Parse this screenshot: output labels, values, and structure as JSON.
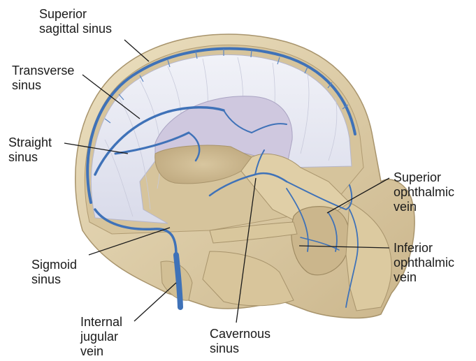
{
  "labels": {
    "superior_sagittal_sinus": [
      "Superior",
      "sagittal sinus"
    ],
    "transverse_sinus": [
      "Transverse",
      "sinus"
    ],
    "straight_sinus": [
      "Straight",
      "sinus"
    ],
    "sigmoid_sinus": [
      "Sigmoid",
      "sinus"
    ],
    "internal_jugular_vein": [
      "Internal",
      "jugular",
      "vein"
    ],
    "cavernous_sinus": [
      "Cavernous",
      "sinus"
    ],
    "superior_ophthalmic_vein": [
      "Superior",
      "ophthalmic",
      "vein"
    ],
    "inferior_ophthalmic_vein": [
      "Inferior",
      "ophthalmic",
      "vein"
    ]
  },
  "colors": {
    "bone": "#e2d3ae",
    "bone_shadow": "#b9a67f",
    "dura": "#e4e6f2",
    "dura_fold": "#c9c3da",
    "vein": "#3f72b8",
    "leader": "#1a1a1a"
  }
}
